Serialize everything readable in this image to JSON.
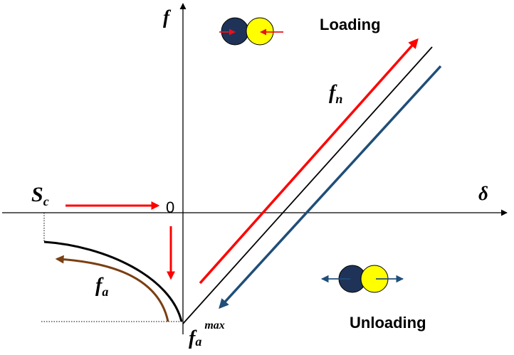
{
  "labels": {
    "f_axis": "f",
    "delta_axis": "δ",
    "origin": "0",
    "sc_main": "S",
    "sc_sub": "c",
    "loading": "Loading",
    "unloading": "Unloading",
    "fn_main": "f",
    "fn_sub": "n",
    "fa_main": "f",
    "fa_sub": "a",
    "famax_main": "f",
    "famax_sub": "a",
    "famax_sup": "max"
  },
  "colors": {
    "axis": "#000000",
    "arrow_red": "#ff0000",
    "arrow_blue": "#1f4e79",
    "arrow_brown": "#7b3f12",
    "curve": "#000000",
    "particle_dark": "#1f3359",
    "particle_yellow": "#ffff00",
    "particle_arrow_red": "#e8121b",
    "particle_arrow_blue": "#1f4e79"
  }
}
